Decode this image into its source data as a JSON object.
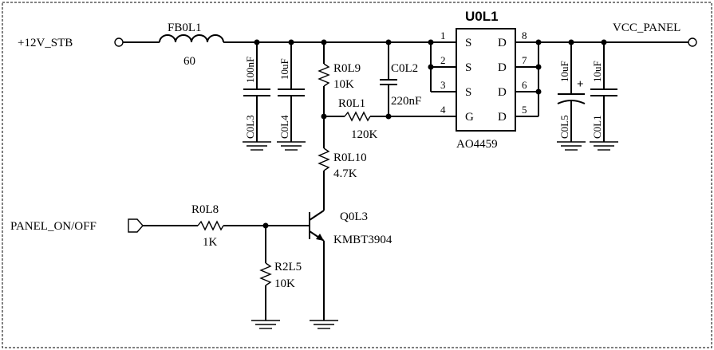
{
  "nets": {
    "input": "+12V_STB",
    "output": "VCC_PANEL",
    "control": "PANEL_ON/OFF"
  },
  "ic": {
    "ref": "U0L1",
    "part": "AO4459",
    "pins": [
      {
        "num": "1",
        "name": "S"
      },
      {
        "num": "2",
        "name": "S"
      },
      {
        "num": "3",
        "name": "S"
      },
      {
        "num": "4",
        "name": "G"
      },
      {
        "num": "8",
        "name": "D"
      },
      {
        "num": "7",
        "name": "D"
      },
      {
        "num": "6",
        "name": "D"
      },
      {
        "num": "5",
        "name": "D"
      }
    ]
  },
  "components": {
    "fb0l1": {
      "ref": "FB0L1",
      "value": "60"
    },
    "c0l3": {
      "ref": "C0L3",
      "value": "100nF"
    },
    "c0l4": {
      "ref": "C0L4",
      "value": "10uF"
    },
    "r0l9": {
      "ref": "R0L9",
      "value": "10K"
    },
    "c0l2": {
      "ref": "C0L2",
      "value": "220nF"
    },
    "r0l1": {
      "ref": "R0L1",
      "value": "120K"
    },
    "r0l10": {
      "ref": "R0L10",
      "value": "4.7K"
    },
    "r0l8": {
      "ref": "R0L8",
      "value": "1K"
    },
    "r2l5": {
      "ref": "R2L5",
      "value": "10K"
    },
    "q0l3": {
      "ref": "Q0L3",
      "value": "KMBT3904"
    },
    "c0l5": {
      "ref": "C0L5",
      "value": "10uF",
      "polarity": "+"
    },
    "c0l1": {
      "ref": "C0L1",
      "value": "10uF"
    }
  }
}
